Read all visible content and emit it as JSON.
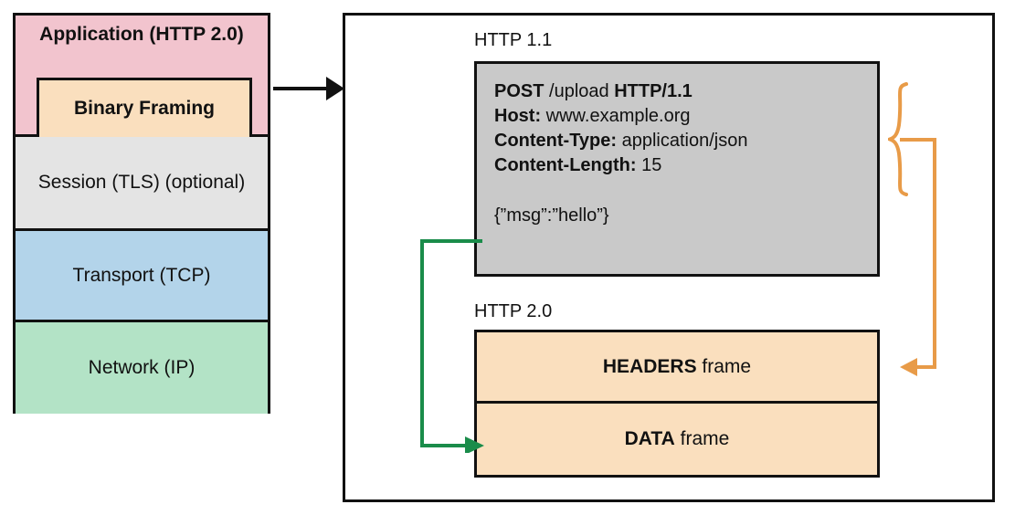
{
  "colors": {
    "application_layer": "#f2c4ce",
    "binary_framing": "#fadfbe",
    "session_layer": "#e4e4e4",
    "transport_layer": "#b3d4ea",
    "network_layer": "#b3e3c6",
    "request_box": "#c9c9c9",
    "frame_box": "#fadfbe",
    "orange_accent": "#e89b48",
    "green_accent": "#1a8c4a",
    "outline": "#111111"
  },
  "stack": {
    "layers": [
      {
        "label": "Application (HTTP 2.0)",
        "inset_label": "Binary Framing"
      },
      {
        "label": "Session (TLS) (optional)"
      },
      {
        "label": "Transport (TCP)"
      },
      {
        "label": "Network (IP)"
      }
    ]
  },
  "panel": {
    "http11": {
      "caption": "HTTP 1.1",
      "request_lines": [
        {
          "bold": "POST",
          "plain": " /upload ",
          "bold2": "HTTP/1.1"
        },
        {
          "bold": "Host:",
          "plain": " www.example.org"
        },
        {
          "bold": "Content-Type:",
          "plain": " application/json"
        },
        {
          "bold": "Content-Length:",
          "plain": " 15"
        }
      ],
      "body": "{”msg”:”hello”}"
    },
    "http20": {
      "caption": "HTTP 2.0",
      "frames": [
        {
          "bold": "HEADERS",
          "plain": " frame"
        },
        {
          "bold": "DATA",
          "plain": " frame"
        }
      ]
    }
  },
  "connectors": {
    "stack_to_panel": "black-arrow",
    "headers_to_headers_frame": "orange-brace-arrow",
    "body_to_data_frame": "green-arrow"
  }
}
